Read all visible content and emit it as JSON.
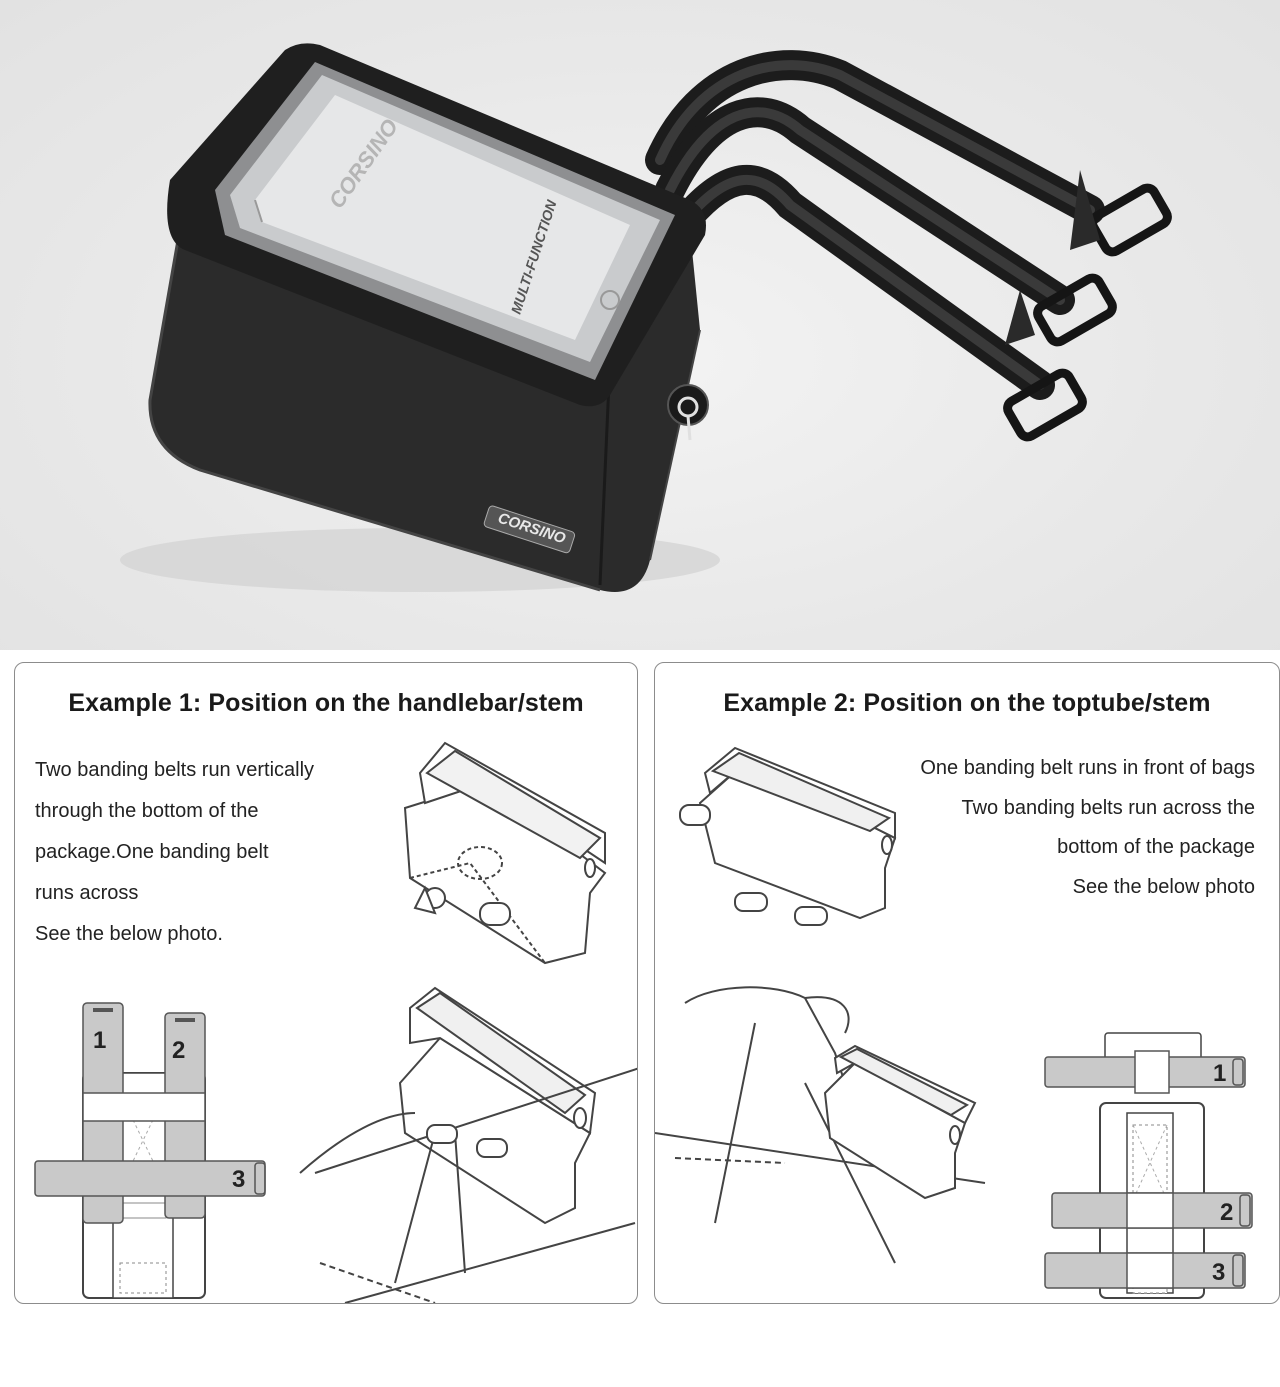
{
  "product_photo": {
    "brand_logo_text": "CORSINO",
    "screen_text_top": "CORSINO",
    "screen_text_main": "MULTI-FUNCTION",
    "colors": {
      "bag": "#2b2b2b",
      "strap": "#1e1e1e",
      "background": "#ececec"
    }
  },
  "example1": {
    "title": "Example 1: Position on the handlebar/stem",
    "description_lines": [
      "Two banding belts run vertically",
      "through the bottom of the",
      "package.One banding belt",
      "runs across",
      "See the below photo."
    ],
    "belt_numbers": [
      "1",
      "2",
      "3"
    ]
  },
  "example2": {
    "title": "Example 2: Position on the toptube/stem",
    "description_lines": [
      "One banding belt runs in front of bags",
      "Two banding belts run across the",
      "bottom of the package",
      "See the below photo"
    ],
    "belt_numbers": [
      "1",
      "2",
      "3"
    ]
  }
}
